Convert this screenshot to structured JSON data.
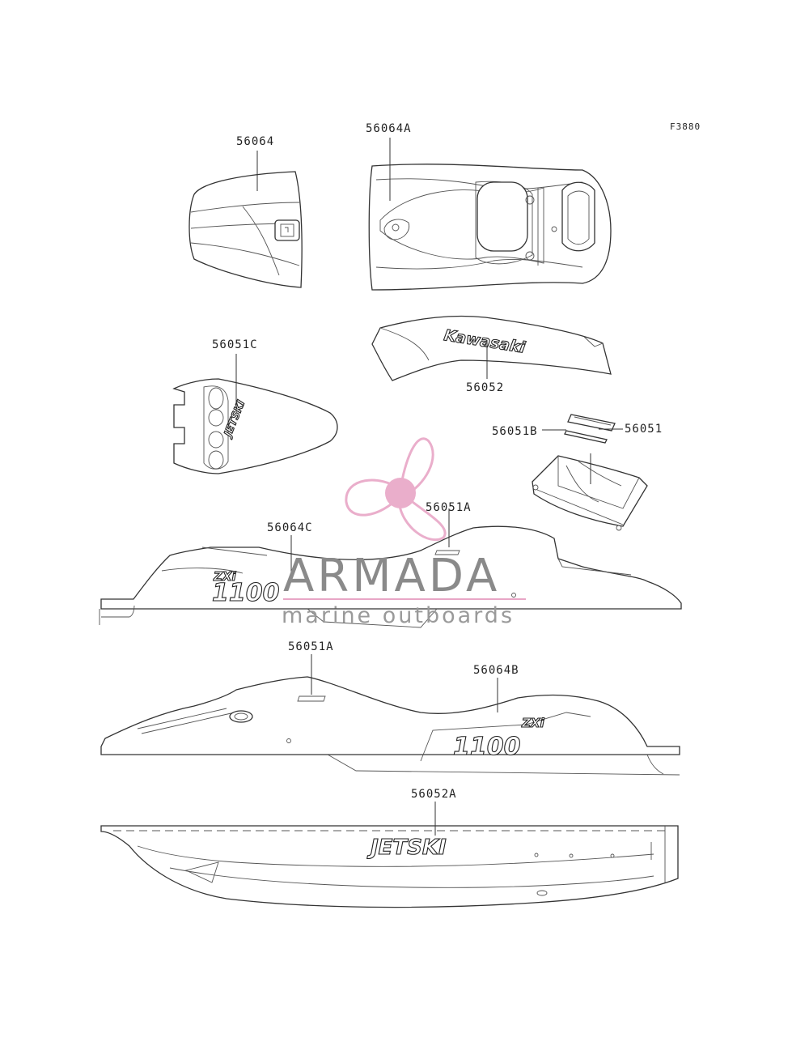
{
  "figure_code": "F3880",
  "parts": [
    {
      "id": "p56064",
      "label": "56064"
    },
    {
      "id": "p56064A",
      "label": "56064A"
    },
    {
      "id": "p56051C",
      "label": "56051C"
    },
    {
      "id": "p56052",
      "label": "56052"
    },
    {
      "id": "p56051B",
      "label": "56051B"
    },
    {
      "id": "p56051",
      "label": "56051"
    },
    {
      "id": "p56051A_top",
      "label": "56051A"
    },
    {
      "id": "p56064C",
      "label": "56064C"
    },
    {
      "id": "p56051A_mid",
      "label": "56051A"
    },
    {
      "id": "p56064B",
      "label": "56064B"
    },
    {
      "id": "p56052A",
      "label": "56052A"
    }
  ],
  "decals": {
    "kawasaki": "Kawasaki",
    "jetski": "JETSKI",
    "model_1100": "1100",
    "model_zxi": "ZXi"
  },
  "watermark": {
    "brand": "ARMADA",
    "tagline": "marine outboards",
    "logo_color": "#e8a6c6"
  }
}
